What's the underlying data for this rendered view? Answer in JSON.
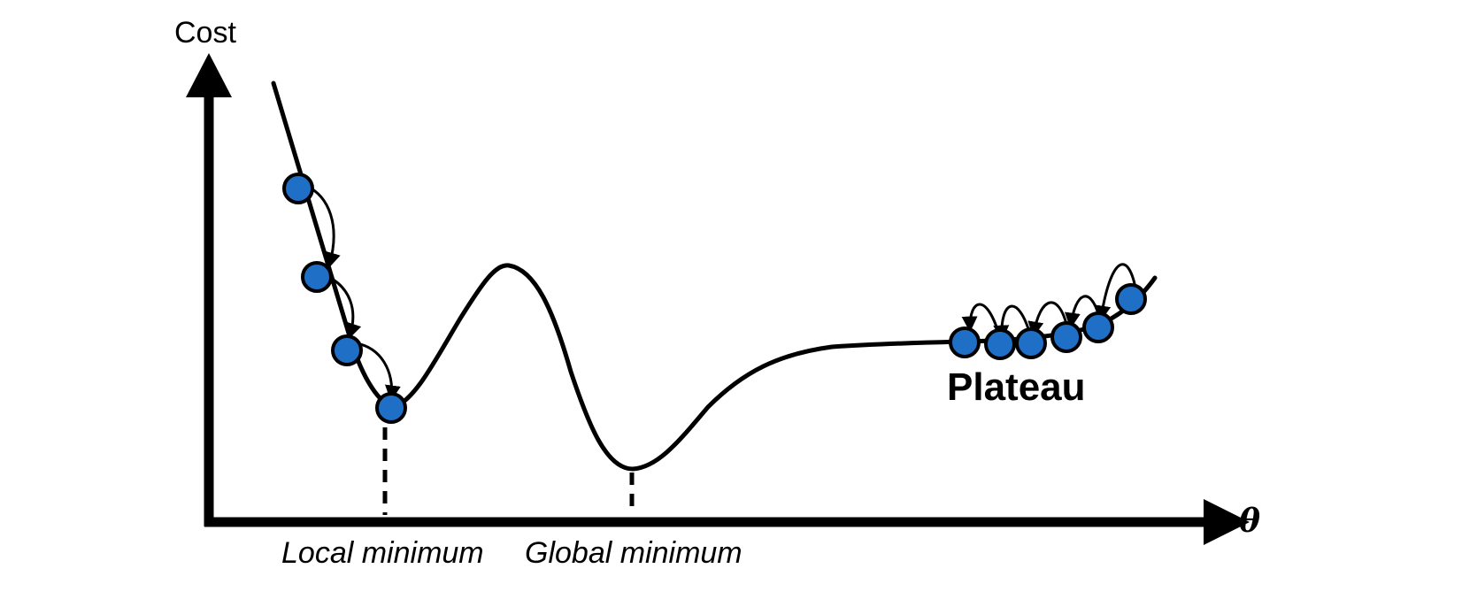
{
  "axes": {
    "y_label": "Cost",
    "x_label": "θ"
  },
  "annotations": {
    "local_minimum": "Local minimum",
    "global_minimum": "Global minimum",
    "plateau": "Plateau"
  },
  "colors": {
    "point_fill": "#1f6fc7",
    "stroke": "#000000"
  }
}
